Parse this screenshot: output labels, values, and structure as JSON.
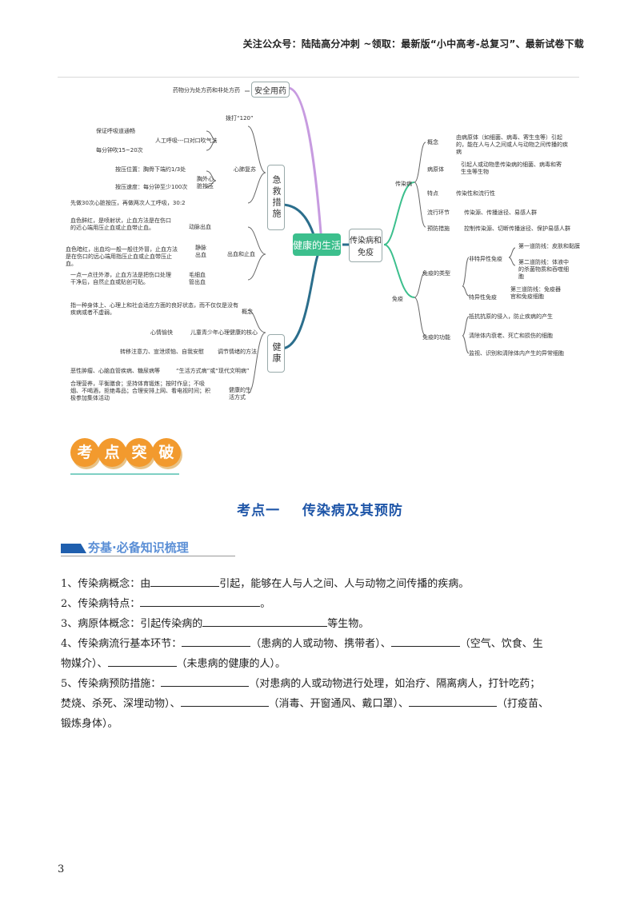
{
  "header": {
    "text": "关注公众号：陆陆高分冲刺  ~领取：最新版“小中高考-总复习”、最新试卷下载"
  },
  "mindmap": {
    "center": "健康的生活",
    "left": {
      "safe_med": {
        "label": "安全用药",
        "item": "药物分为处方药和非处方药"
      },
      "firstaid": {
        "label": "急救措施",
        "call": "拨打“120”",
        "cpr_label": "心肺复苏",
        "breath_label": "人工呼吸---口对口吹气法",
        "breath1": "保证呼吸道通畅",
        "breath2": "每分钟吹15~20次",
        "chest_label": "胸外心脏按压",
        "chest1": "按压位置：胸骨下端约1/3处",
        "chest2": "按压速度：每分钟至少100次",
        "ratio": "先做30次心脏按压，再做两次人工呼吸，30:2",
        "bleed_label": "出血和止血",
        "artery_label": "动脉出血",
        "artery": "血色鲜红，是喷射状，止血方法是在伤口的近心端用压止血或止血带止血。",
        "vein_label": "静脉出血",
        "vein": "血色暗红，出血均一般一般往外冒，止血方法是在伤口的远心端用指压止血或止血带压止血。",
        "cap_label": "毛细血管出血",
        "cap": "一点一点往外渗，止血方法是把伤口处理干净后，自然止血或贴创可贴。"
      },
      "health": {
        "label": "健康",
        "concept_label": "概念",
        "concept": "指一种身体上、心理上和社会适应方面的良好状态，而不仅仅是没有疾病或者不虚弱。",
        "mood_label": "儿童青少年心理健康的核心",
        "mood": "心情愉快",
        "adjust_label": "调节情绪的方法",
        "adjust": "转移注意力、宣泄烦恼、自我安慰",
        "lifestyle_label": "“生活方式病”或“现代文明病”",
        "lifestyle": "恶性肿瘤、心脑血管疾病、糖尿病等",
        "habit_label": "健康的生活方式",
        "habit": "合理营养，平衡膳食；坚持体育锻炼；按时作息；不吸烟、不喝酒，拒绝毒品；合理安排上网、看电视时间；积极参加集体活动"
      }
    },
    "right": {
      "branch": "传染病和免疫",
      "infect": {
        "label": "传染病",
        "concept_label": "概念",
        "concept": "由病原体（如细菌、病毒、寄生虫等）引起的，能在人与人之间或人与动物之间传播的疾病",
        "pathogen_label": "病原体",
        "pathogen": "引起人或动物患传染病的细菌、病毒和寄生虫等生物",
        "feature_label": "特点",
        "feature": "传染性和流行性",
        "link_label": "流行环节",
        "link": "传染源、传播途径、易感人群",
        "prevent_label": "预防措施",
        "prevent": "控制传染源、切断传播途径、保护易感人群"
      },
      "immune": {
        "label": "免疫",
        "type_label": "免疫的类型",
        "nonspec_label": "非特异性免疫",
        "line1": "第一道防线：皮肤和黏膜",
        "line2": "第二道防线：体液中的杀菌物质和吞噬细胞",
        "spec_label": "特异性免疫",
        "line3": "第三道防线：免疫器官和免疫细胞",
        "func_label": "免疫的功能",
        "func1": "抵抗抗原的侵入，防止疾病的产生",
        "func2": "清除体内衰老、死亡和损伤的细胞",
        "func3": "监视、识别和清除体内产生的异常细胞"
      }
    }
  },
  "banner": {
    "chars": [
      "考",
      "点",
      "突",
      "破"
    ]
  },
  "section_title": "考点一    传染病及其预防",
  "subhead": "夯基·必备知识梳理",
  "questions": {
    "q1a": "1、传染病概念：由",
    "q1b": "引起，能够在人与人之间、人与动物之间传播的疾病。",
    "q2a": "2、传染病特点：",
    "q2b": "。",
    "q3a": "3、病原体概念：引起传染病的",
    "q3b": "等生物。",
    "q4a": "4、传染病流行基本环节：",
    "q4b": "（患病的人或动物、携带者）、",
    "q4c": "（空气、饮食、生",
    "q4d": "物媒介）、",
    "q4e": "（未患病的健康的人）。",
    "q5a": "5、传染病预防措施：",
    "q5b": "（对患病的人或动物进行处理，如治疗、隔离病人，打针吃药；",
    "q5c": "焚烧、杀死、深埋动物）、",
    "q5d": "（消毒、开窗通风、戴口罩）、",
    "q5e": "（打疫苗、",
    "q5f": "锻炼身体）。"
  },
  "page_number": "3"
}
